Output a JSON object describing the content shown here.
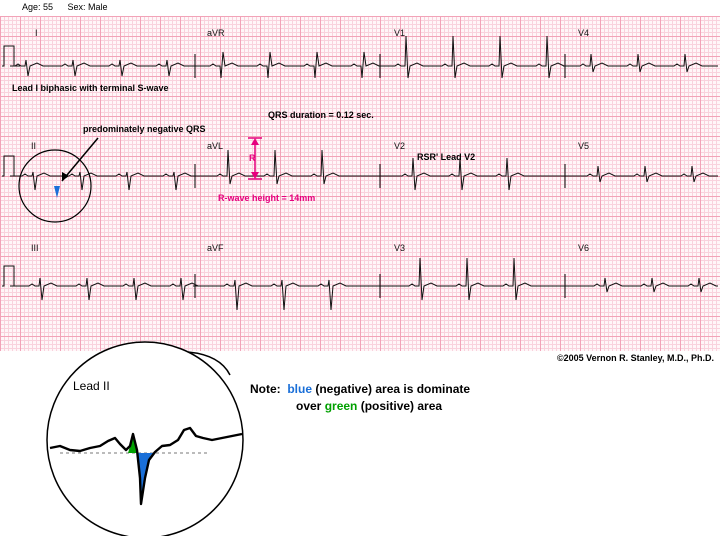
{
  "header": {
    "age": "Age:  55",
    "sex": "Sex:  Male"
  },
  "leads": {
    "row1": [
      "I",
      "aVR",
      "V1",
      "V4"
    ],
    "row2": [
      "II",
      "aVL",
      "V2",
      "V5"
    ],
    "row3": [
      "III",
      "aVF",
      "V3",
      "V6"
    ]
  },
  "annotations": {
    "lead1_note": "Lead I biphasic with terminal S-wave",
    "qrs_duration": "QRS duration = 0.12 sec.",
    "negative_qrs": "predominately negative QRS",
    "rsr_v2": "RSR' Lead V2",
    "r_marker": "R",
    "r_wave_height": "R-wave height = 14mm"
  },
  "copyright": "©2005 Vernon R. Stanley, M.D., Ph.D.",
  "inset": {
    "title": "Lead II"
  },
  "note": {
    "prefix": "Note:",
    "blue_word": "blue",
    "line1_rest": " (negative) area is dominate",
    "line2_start": "over ",
    "green_word": "green",
    "line2_rest": " (positive) area"
  },
  "colors": {
    "grid_major": "#f2a3b8",
    "grid_minor": "#f9d2dd",
    "annotation_pink": "#e6007e",
    "negative_area": "#1a6fd8",
    "positive_area": "#00a000"
  }
}
